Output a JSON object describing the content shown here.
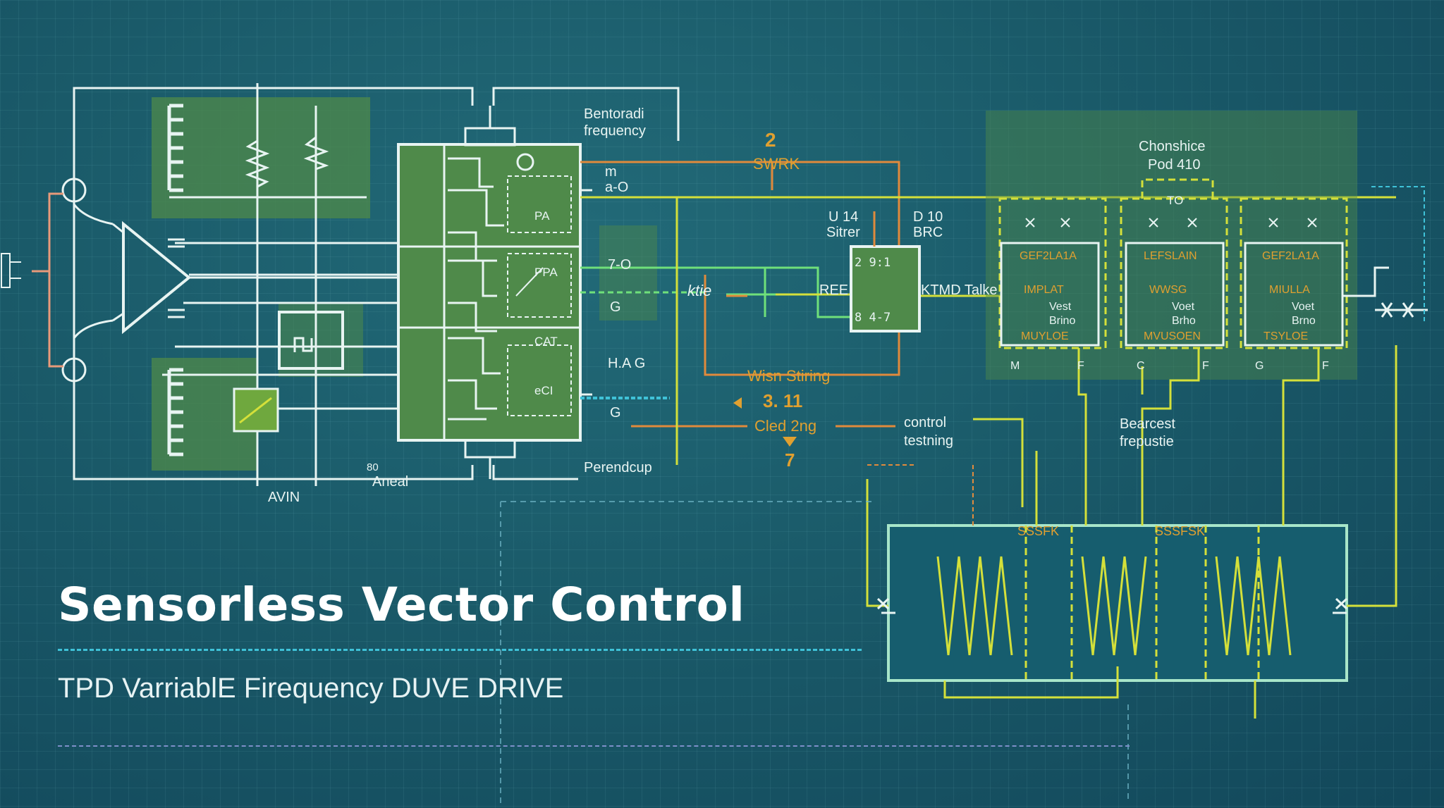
{
  "title": "Sensorless Vector Control",
  "subtitle": "TPD VarriablE Firequency DUVE DRIVE",
  "colors": {
    "background": "#1a5a69",
    "wire_white": "#e8f4f2",
    "wire_yellow": "#d4e03a",
    "wire_green": "#6fe07a",
    "wire_orange": "#e08a3c",
    "accent_cyan": "#3fc2d8",
    "panel_green": "#4f8a4a"
  },
  "labels": {
    "bentoradi": "Bentoradi",
    "frequency": "frequency",
    "num_2": "2",
    "swrk": "SWRK",
    "m": "m",
    "a_o": "a-O",
    "pa": "PA",
    "ppa": "PPA",
    "cat": "CAT",
    "eci": "eCI",
    "seven_o": "7-O",
    "g1": "G",
    "g2": "G",
    "ha_g": "H.A G",
    "ktie": "ktie",
    "ree": "REE",
    "u14": "U 14",
    "sitrer": "Sitrer",
    "d10": "D 10",
    "brc": "BRC",
    "box_top": "2 9:1",
    "box_bottom": "8 4-7",
    "ktmd": "KTMD Talke",
    "wisn": "Wisn Stiring",
    "three_1": "3. 11",
    "cled": "Cled 2ng",
    "seven": "7",
    "control": "control",
    "testning": "testning",
    "perendcup": "Perendcup",
    "aneal": "Aneal",
    "eighty": "80",
    "avin": "AVIN",
    "chonshice": "Chonshice",
    "pod": "Pod 410",
    "to": "TO",
    "bearcest": "Bearcest",
    "frepustie": "frepustie",
    "ssfk1": "SSSFK",
    "ssfk2": "SSSFSK"
  },
  "modules": [
    {
      "l1": "GEF2LA1A",
      "l2": "IMPLAT",
      "l3": "Vest",
      "l4": "Brino",
      "l5": "MUYLOE",
      "a": "M",
      "b": "F"
    },
    {
      "l1": "LEFSLAIN",
      "l2": "WWSG",
      "l3": "Voet",
      "l4": "Brho",
      "l5": "MVUSOEN",
      "a": "C",
      "b": "F"
    },
    {
      "l1": "GEF2LA1A",
      "l2": "MIULLA",
      "l3": "Voet",
      "l4": "Brno",
      "l5": "TSYLOE",
      "a": "G",
      "b": "F"
    }
  ]
}
